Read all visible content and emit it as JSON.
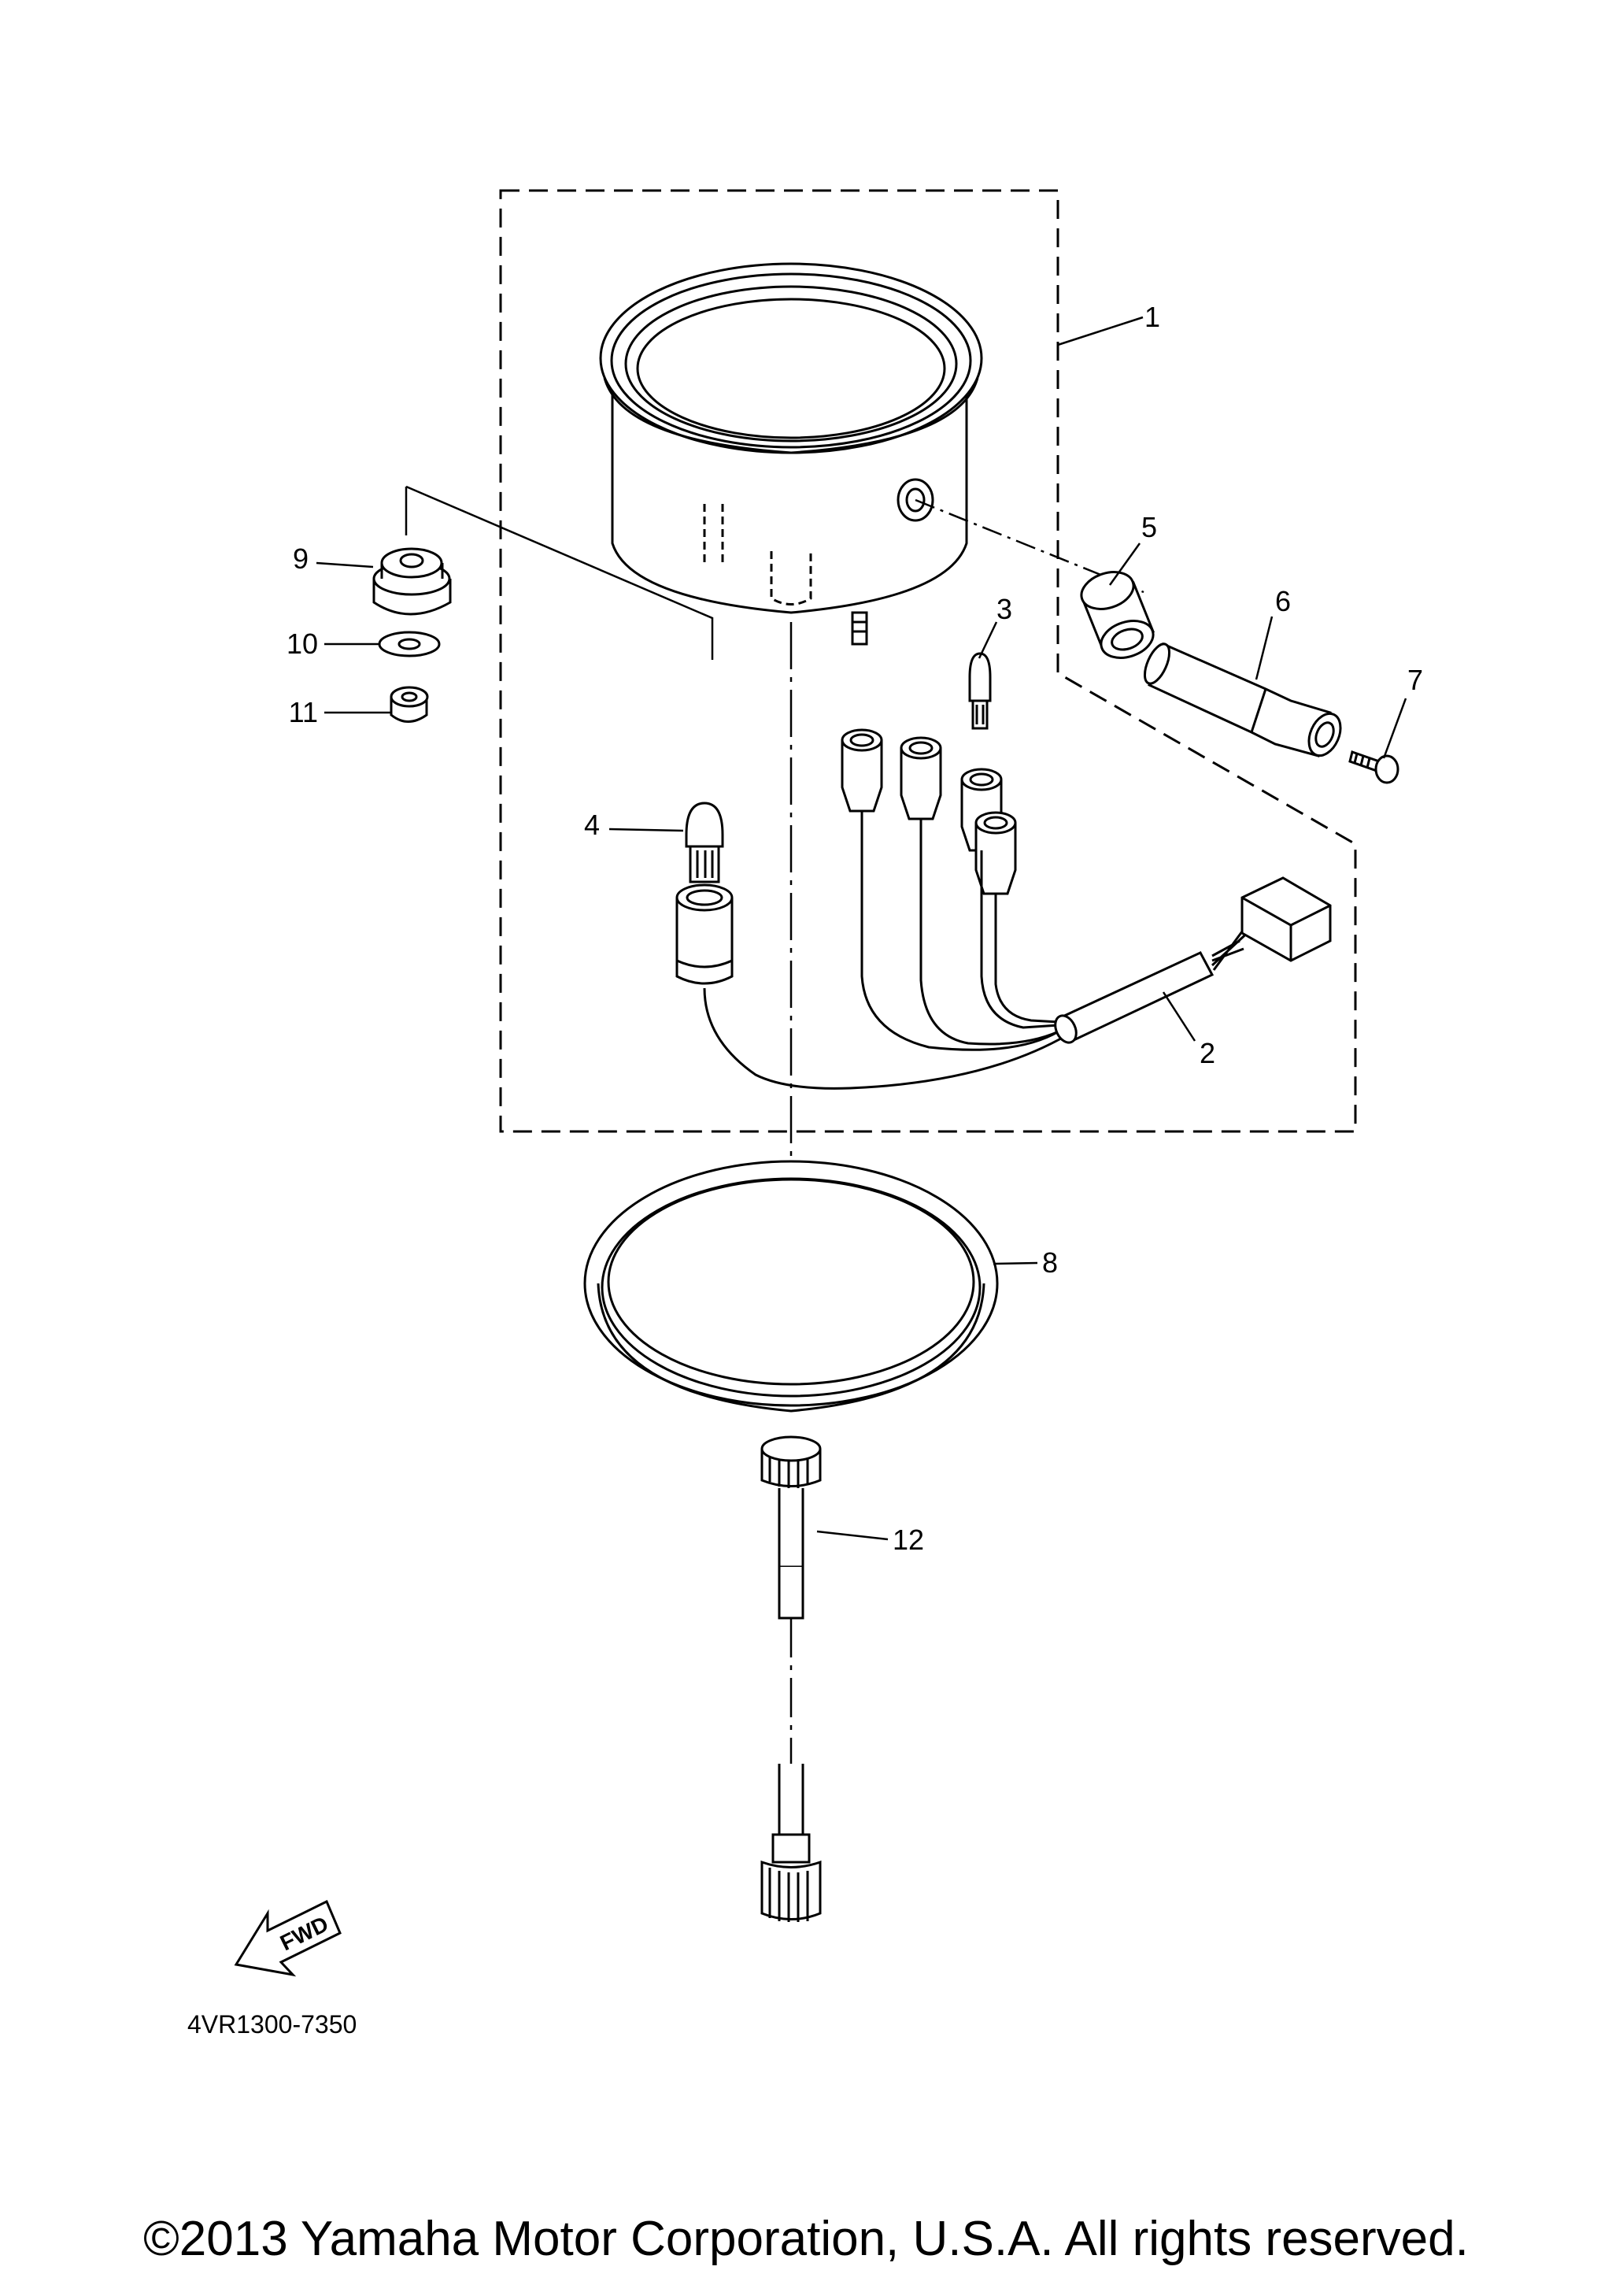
{
  "diagram": {
    "part_code": "4VR1300-7350",
    "fwd_label": "FWD",
    "copyright": "©2013 Yamaha Motor Corporation, U.S.A. All rights reserved.",
    "callouts": [
      {
        "key": "c1",
        "label": "1"
      },
      {
        "key": "c2",
        "label": "2"
      },
      {
        "key": "c3",
        "label": "3"
      },
      {
        "key": "c4",
        "label": "4"
      },
      {
        "key": "c5",
        "label": "5"
      },
      {
        "key": "c6",
        "label": "6"
      },
      {
        "key": "c7",
        "label": "7"
      },
      {
        "key": "c8",
        "label": "8"
      },
      {
        "key": "c9",
        "label": "9"
      },
      {
        "key": "c10",
        "label": "10"
      },
      {
        "key": "c11",
        "label": "11"
      },
      {
        "key": "c12",
        "label": "12"
      }
    ]
  }
}
